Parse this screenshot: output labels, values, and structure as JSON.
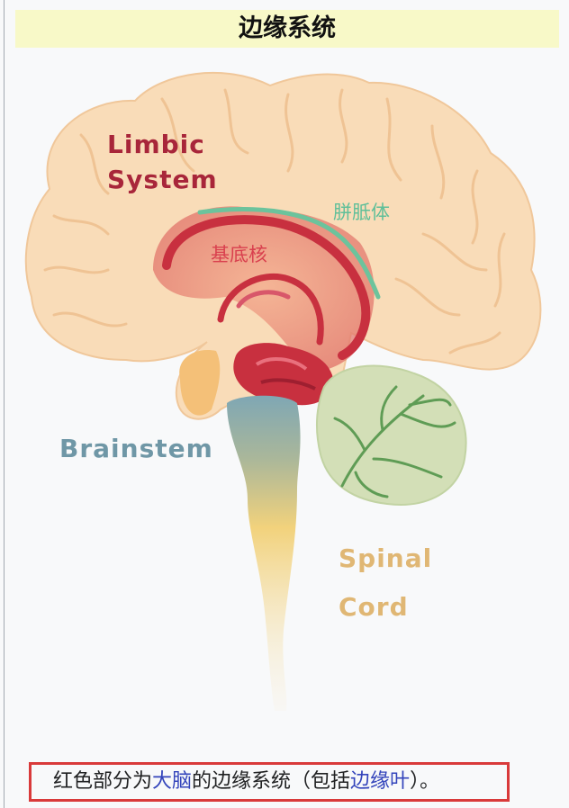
{
  "title": "边缘系统",
  "labels": {
    "limbic_line1": "Limbic",
    "limbic_line2": "System",
    "corpus_callosum": "胼胝体",
    "basal_ganglia": "基底核",
    "brainstem": "Brainstem",
    "spinal_line1": "Spinal",
    "spinal_line2": "Cord"
  },
  "caption": {
    "part1": "红色部分为",
    "link1": "大脑",
    "part2": "的边缘系统（包括",
    "link2": "边缘叶",
    "part3": "）。"
  },
  "colors": {
    "cerebrum": "#f9dcb8",
    "limbic": "#c8303f",
    "corpus_callosum": "#6cc39c",
    "brainstem": "#7fa7b4",
    "spinal_cord": "#f2d27c",
    "cerebellum": "#d3dfb7",
    "caption_border": "#d93a3a"
  }
}
